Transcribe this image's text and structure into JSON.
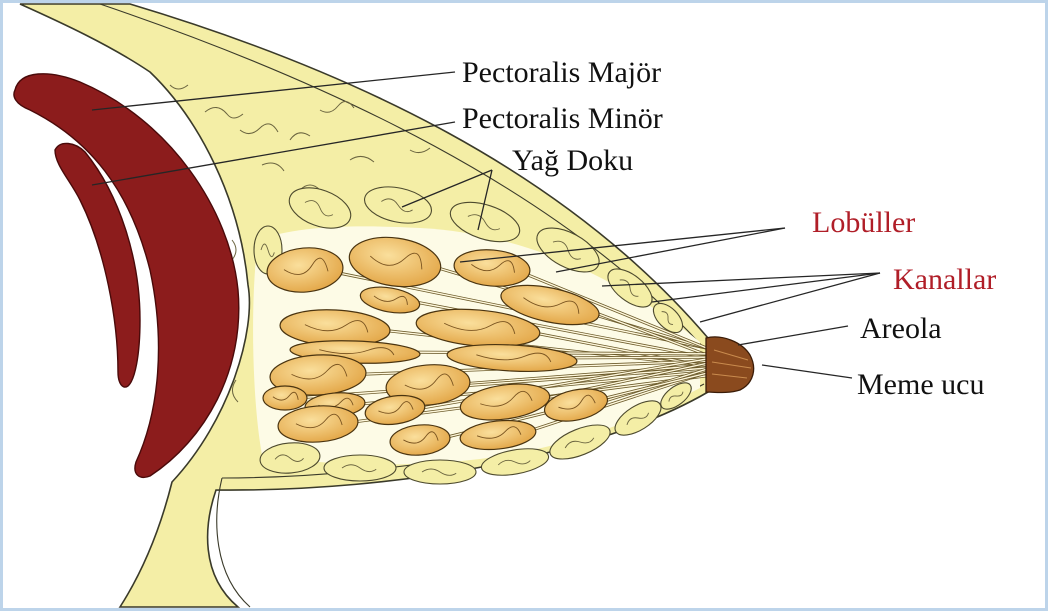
{
  "diagram": {
    "labels": {
      "pectoralis_major": "Pectoralis Majör",
      "pectoralis_minor": "Pectoralis Minör",
      "fat_tissue": "Yağ Doku",
      "lobules": "Lobüller",
      "ducts": "Kanallar",
      "areola": "Areola",
      "nipple": "Meme ucu"
    }
  },
  "colors": {
    "muscle": "#8c1c1c",
    "skin_fat": "#f4eea6",
    "breast_interior": "#fdfbe6",
    "gland_lobule": "#e2a444",
    "areola": "#8a4a1e",
    "label_text": "#111111",
    "label_accent": "#b01e28",
    "frame": "#bdd4ea"
  }
}
